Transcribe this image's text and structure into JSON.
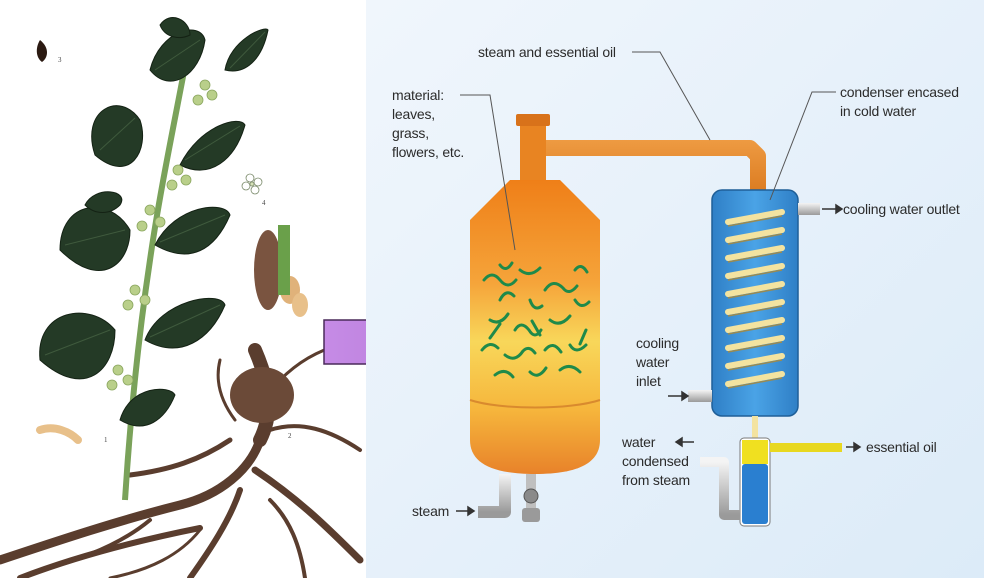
{
  "botanical": {
    "figure_numbers": [
      "1",
      "2",
      "3",
      "4"
    ]
  },
  "arrow": {
    "color": "#c78be0"
  },
  "diagram": {
    "background": "#e3f0fb",
    "labels": {
      "steam_oil": "steam and essential oil",
      "material": [
        "material:",
        "leaves,",
        "grass,",
        "flowers, etc."
      ],
      "condenser": [
        "condenser encased",
        "in cold water"
      ],
      "cooling_outlet": "cooling water outlet",
      "cooling_inlet": [
        "cooling",
        "water",
        "inlet"
      ],
      "essential_oil": "essential oil",
      "water_condensed": [
        "water",
        "condensed",
        "from steam"
      ],
      "steam": "steam"
    },
    "colors": {
      "still_top": "#f08a1e",
      "still_bottom": "#f7d23a",
      "copper_pipe": "#e07a1a",
      "condenser_water": "#3a8fd6",
      "coil": "#f3e3a0",
      "oil": "#f0e020",
      "separator_water": "#2a7fd0",
      "leaves": "#1f8a4a"
    }
  }
}
